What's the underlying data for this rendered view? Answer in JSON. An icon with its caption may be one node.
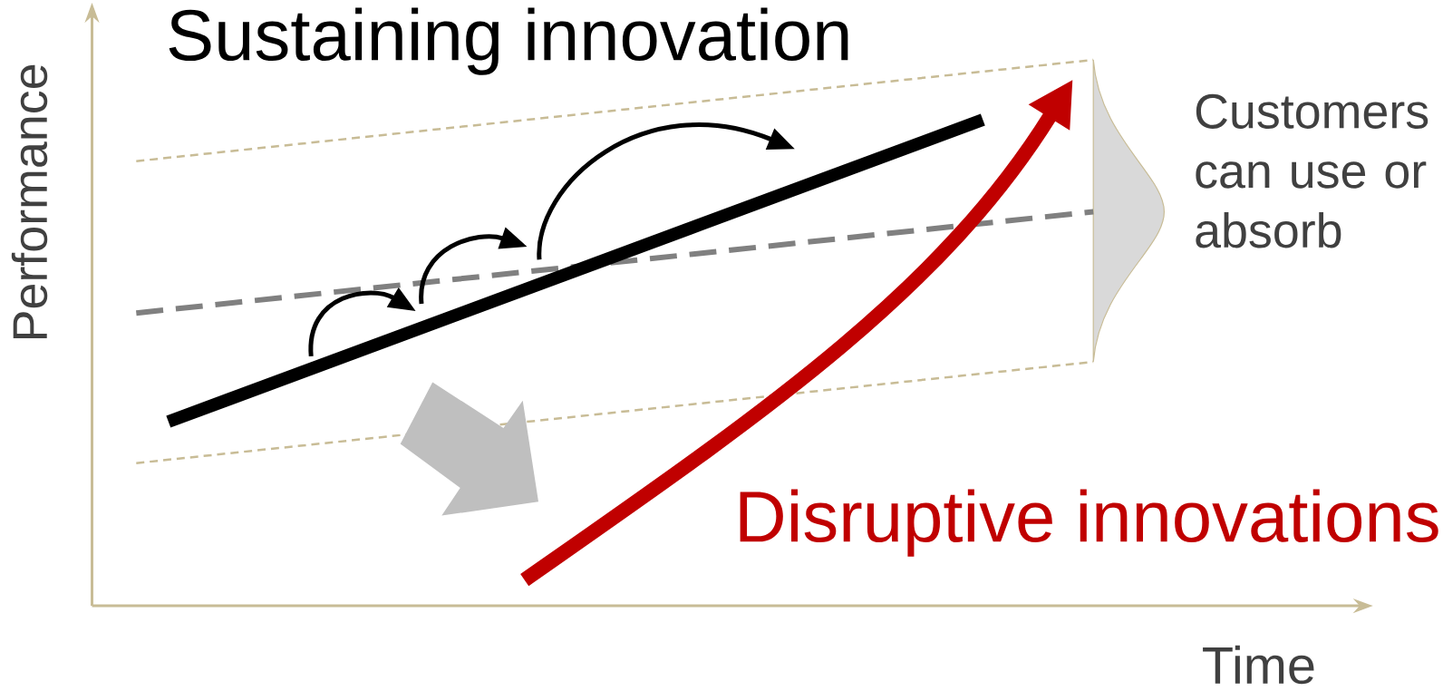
{
  "diagram": {
    "labels": [
      "Sustaining innovation",
      "Performance",
      "Customers can use or absorb",
      "Disruptive innovations",
      "Time"
    ]
  }
}
